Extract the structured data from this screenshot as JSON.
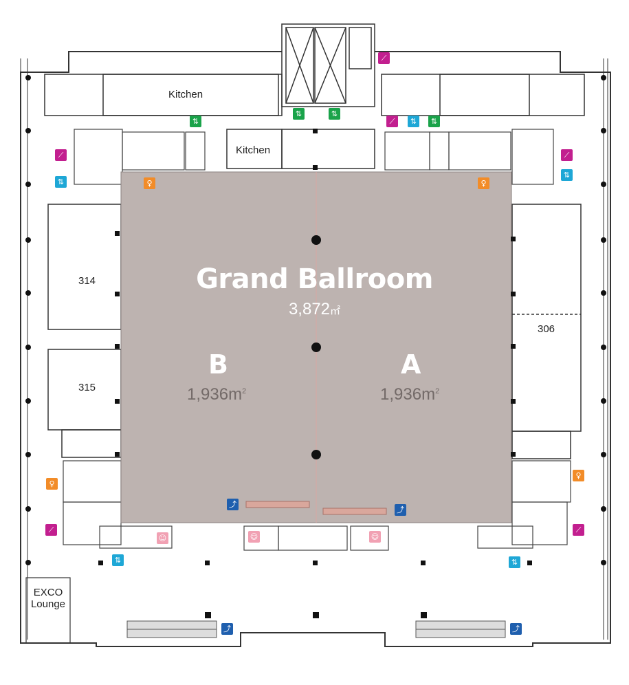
{
  "ballroom": {
    "name": "Grand Ballroom",
    "area": "3,872",
    "area_unit": "㎡",
    "sections": [
      {
        "letter": "B",
        "area": "1,936",
        "unit": "m",
        "unit_sup": "2"
      },
      {
        "letter": "A",
        "area": "1,936",
        "unit": "m",
        "unit_sup": "2"
      }
    ]
  },
  "rooms": {
    "r314": "314",
    "r315": "315",
    "r306": "306",
    "kitchen_top": "Kitchen",
    "kitchen_mid": "Kitchen",
    "exco_line1": "EXCO",
    "exco_line2": "Lounge"
  },
  "legend_icons": {
    "stairs": "stairs-icon",
    "elevator": "elevator-icon",
    "freight_elevator": "freight-elevator-icon",
    "restroom": "restroom-icon",
    "escalator": "escalator-icon",
    "nursing_room": "nursing-room-icon"
  },
  "colors": {
    "ballroom_fill": "#bdb3b0",
    "stairs": "#c21f8f",
    "elevator": "#1aa34a",
    "freight_elevator": "#1ea7d6",
    "restroom": "#f28c28",
    "escalator": "#1f5fae",
    "nursing_room": "#f1a1b3"
  }
}
